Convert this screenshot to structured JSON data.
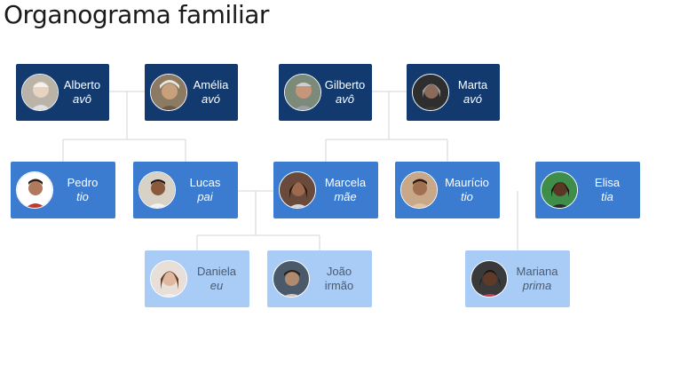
{
  "title": "Organograma familiar",
  "colors": {
    "grandparents": "#133a6e",
    "parents": "#3b7bd0",
    "children": "#a9ccf7",
    "connector": "#d0d4da"
  },
  "members": {
    "alberto": {
      "name": "Alberto",
      "role": "avô"
    },
    "amelia": {
      "name": "Amélia",
      "role": "avó"
    },
    "gilberto": {
      "name": "Gilberto",
      "role": "avô"
    },
    "marta": {
      "name": "Marta",
      "role": "avó"
    },
    "pedro": {
      "name": "Pedro",
      "role": "tio"
    },
    "lucas": {
      "name": "Lucas",
      "role": "pai"
    },
    "marcela": {
      "name": "Marcela",
      "role": "mãe"
    },
    "mauricio": {
      "name": "Maurício",
      "role": "tio"
    },
    "elisa": {
      "name": "Elisa",
      "role": "tia"
    },
    "daniela": {
      "name": "Daniela",
      "role": "eu"
    },
    "joao": {
      "name": "João",
      "role": "irmão"
    },
    "mariana": {
      "name": "Mariana",
      "role": "prima"
    }
  }
}
